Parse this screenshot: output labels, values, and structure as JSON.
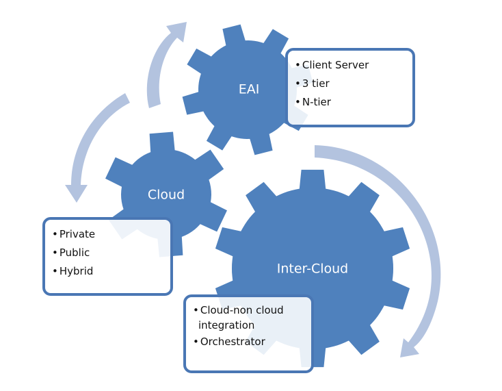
{
  "diagram": {
    "colors": {
      "gear": "#4f81bd",
      "arrow": "#b3c3df",
      "box_border": "#4a77b4",
      "box_fill": "#ffffff"
    },
    "gears": [
      {
        "id": "eai",
        "label": "EAI"
      },
      {
        "id": "cloud",
        "label": "Cloud"
      },
      {
        "id": "inter-cloud",
        "label": "Inter-Cloud"
      }
    ],
    "boxes": {
      "eai": {
        "items": [
          "Client  Server",
          "3 tier",
          "N-tier"
        ]
      },
      "cloud": {
        "items": [
          "Private",
          "Public",
          "Hybrid"
        ]
      },
      "inter_cloud": {
        "items": [
          "Cloud-non  cloud integration",
          "Orchestrator"
        ]
      }
    },
    "arrows": [
      {
        "id": "arrow-cloud-to-eai",
        "icon": "circular-arrow-up"
      },
      {
        "id": "arrow-eai-to-cloud",
        "icon": "circular-arrow-down-left"
      },
      {
        "id": "arrow-to-inter-cloud",
        "icon": "circular-arrow-down-right"
      }
    ]
  }
}
